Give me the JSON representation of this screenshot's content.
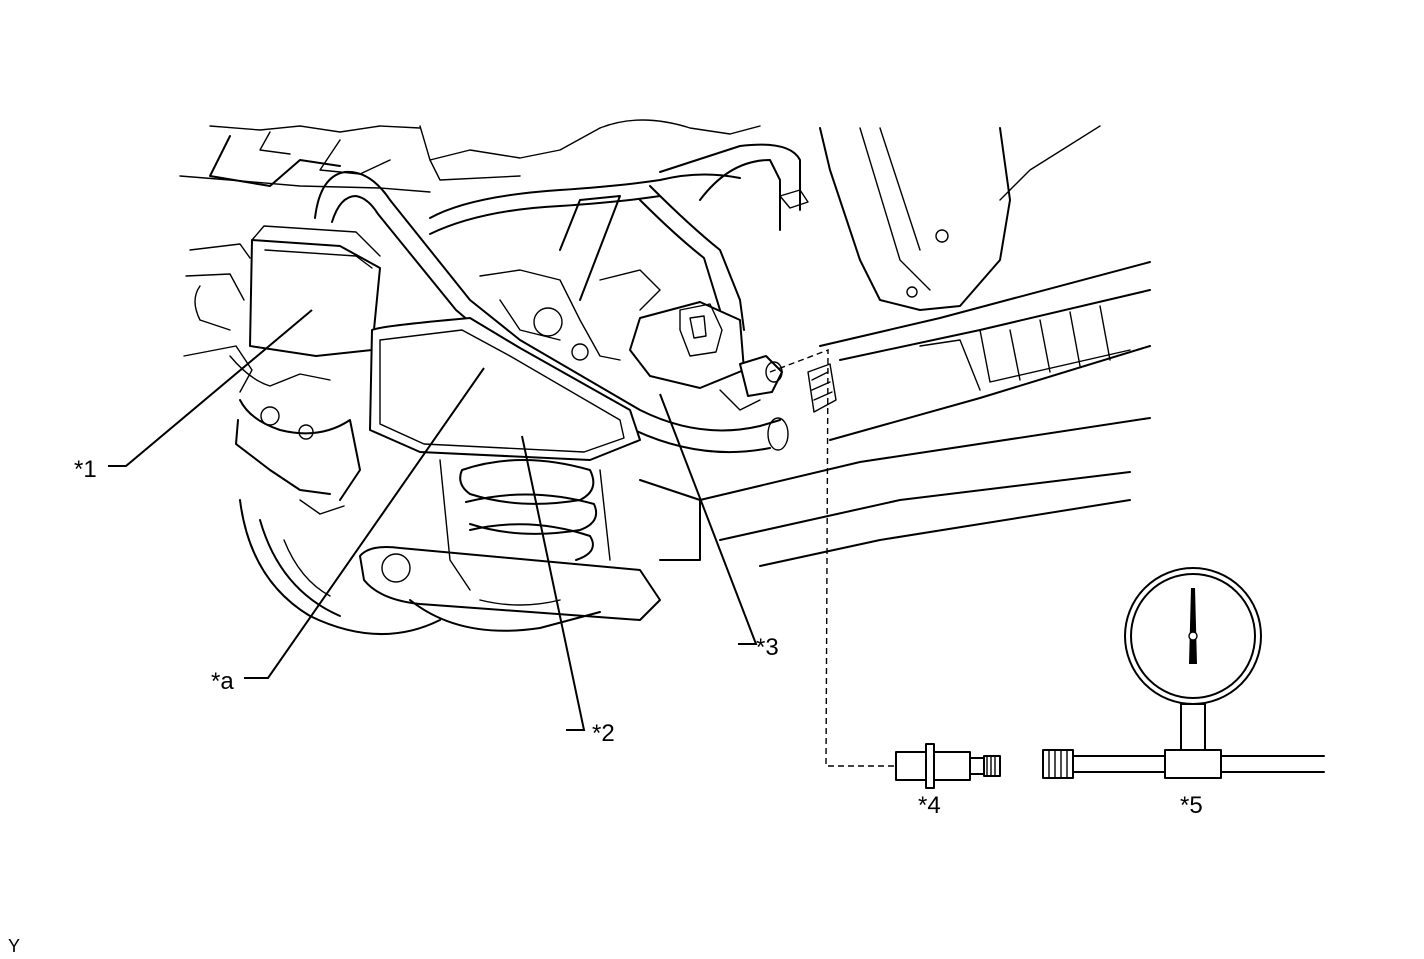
{
  "callouts": {
    "c1": "*1",
    "c2": "*2",
    "c3": "*3",
    "c4": "*4",
    "c5": "*5",
    "ca": "*a"
  },
  "figure_code": "Y",
  "icons": [
    "pressure-gauge-icon",
    "sensor-plug-icon"
  ]
}
